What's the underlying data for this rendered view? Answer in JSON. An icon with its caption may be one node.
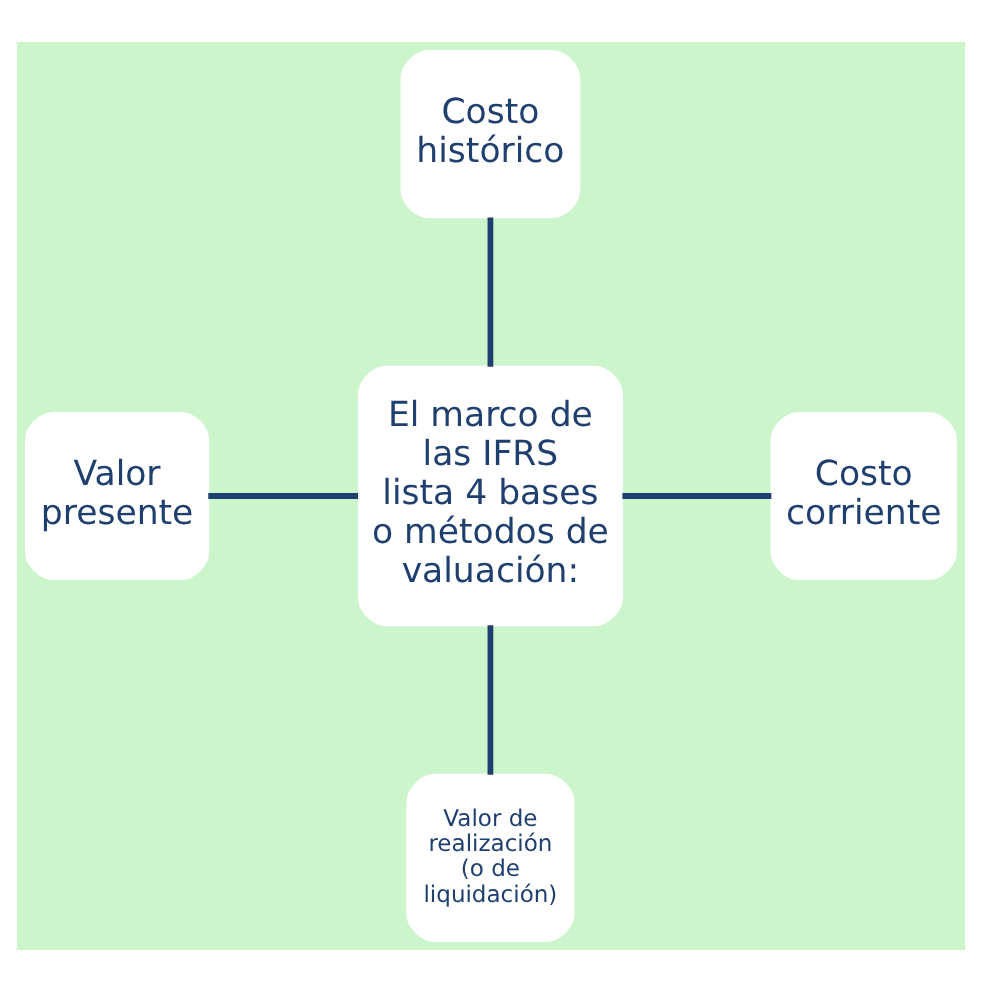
{
  "diagram": {
    "nodes": [
      {
        "text": [
          "Costo histórico"
        ]
      },
      {
        "text": [
          "Valor presente"
        ]
      },
      {
        "text": [
          "El marco de las IFRS lista 4 bases o métodos de valuación:"
        ]
      },
      {
        "text": [
          "Costo corriente"
        ]
      },
      {
        "text": [
          "Valor de realización (o de liquidación)"
        ]
      }
    ],
    "edges": [
      {
        "from": 0,
        "to": 2,
        "arrow": "none"
      },
      {
        "from": 1,
        "to": 2,
        "arrow": "none"
      },
      {
        "from": 2,
        "to": 3,
        "arrow": "none"
      },
      {
        "from": 2,
        "to": 4,
        "arrow": "none"
      }
    ]
  }
}
